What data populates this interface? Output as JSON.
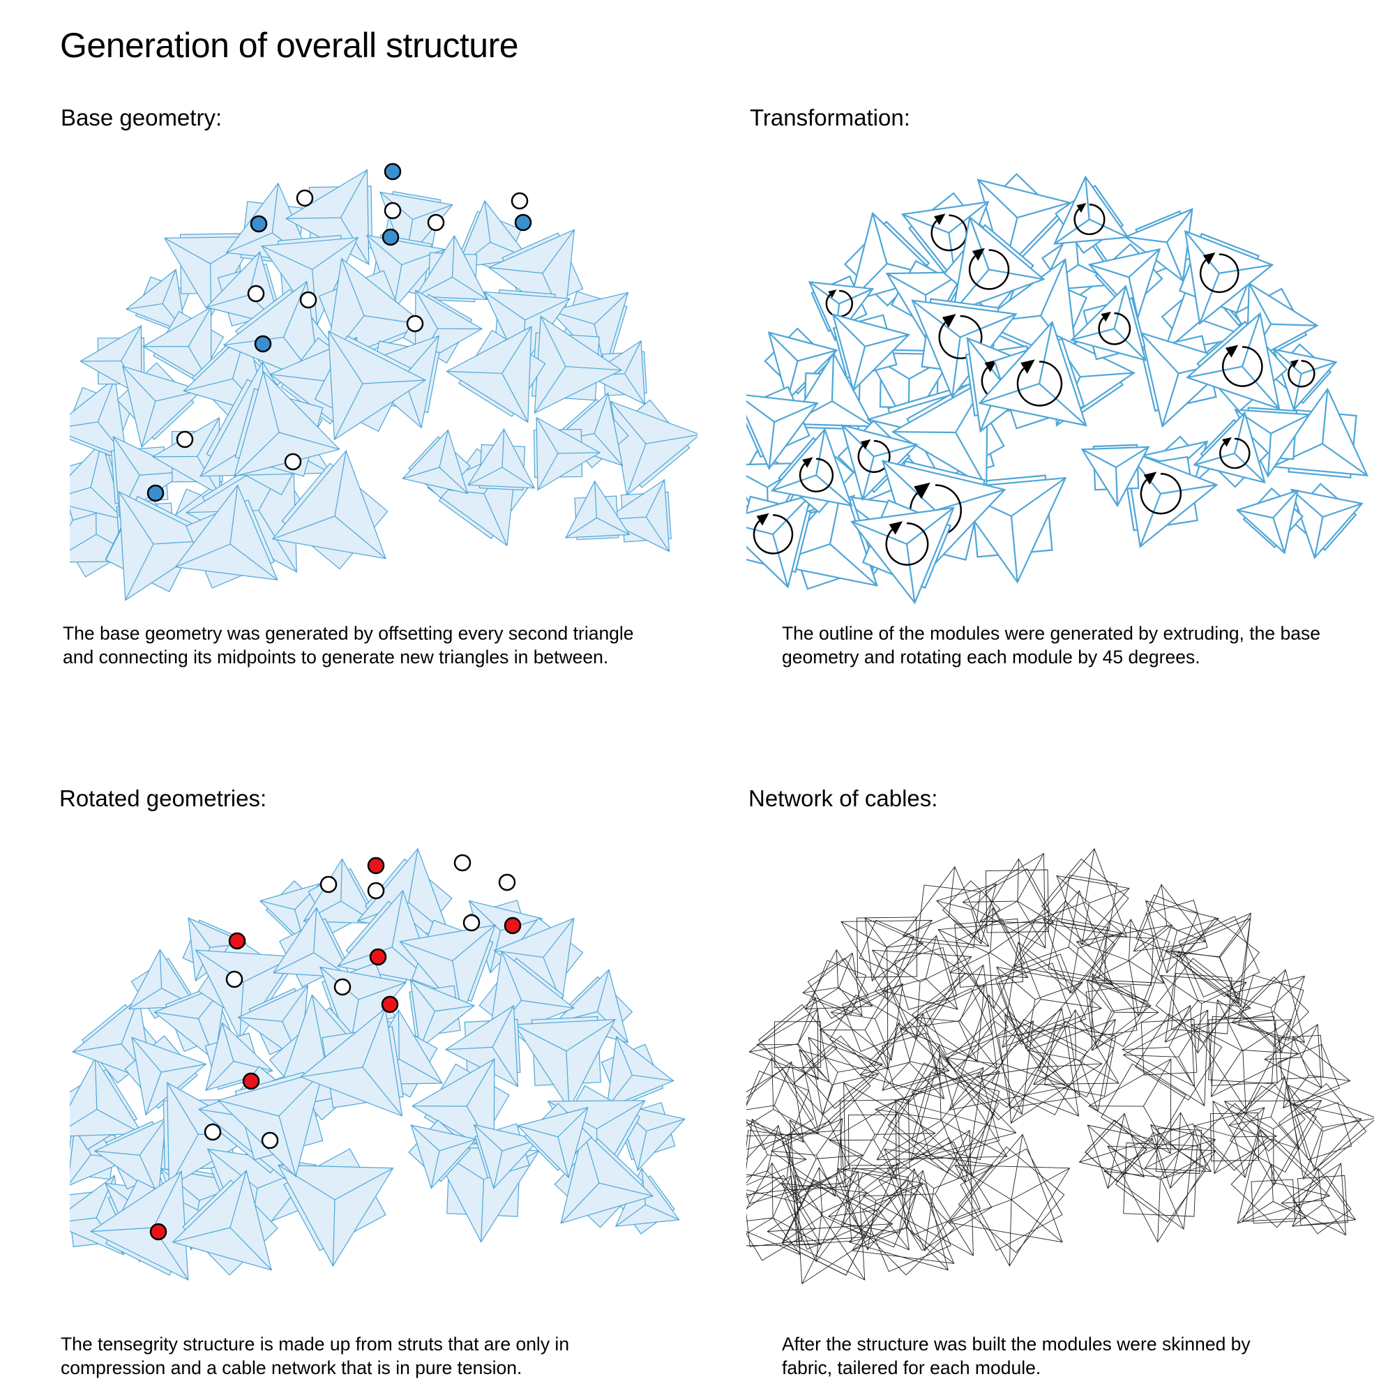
{
  "title": "Generation of overall structure",
  "panels": [
    {
      "heading": "Base geometry:",
      "caption_lines": [
        "The base geometry was generated by offsetting every second triangle",
        "and connecting its midpoints to generate new triangles in between."
      ]
    },
    {
      "heading": "Transformation:",
      "caption_lines": [
        "The outline of the modules were generated by extruding, the base",
        "geometry and rotating each module by 45 degrees."
      ]
    },
    {
      "heading": "Rotated geometries:",
      "caption_lines": [
        "The tensegrity structure is made up from struts that are only in",
        "compression and a cable network that is in pure tension."
      ]
    },
    {
      "heading": "Network of cables:",
      "caption_lines": [
        "After the structure was built the modules were skinned by",
        "fabric, tailered for each module."
      ]
    }
  ],
  "colors": {
    "module_fill": "#dfeef8",
    "module_stroke": "#4fa6d8",
    "blue_node": "#3b8fcf",
    "red_node": "#e8141a",
    "cable": "#222222",
    "arrow": "#000000"
  }
}
